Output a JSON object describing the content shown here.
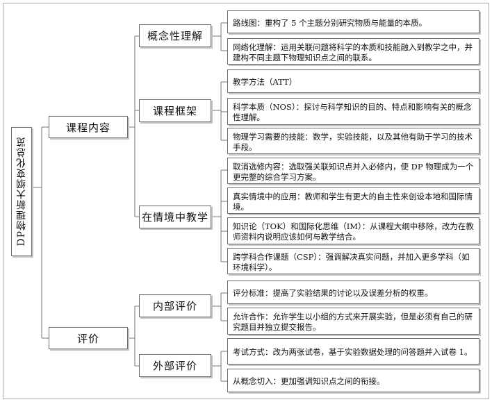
{
  "root": "DP物理新大纲变化总览",
  "level1": {
    "curriculum": "课程内容",
    "assessment": "评价"
  },
  "level2": {
    "concept": "概念性理解",
    "framework": "课程框架",
    "context": "在情境中教学",
    "internal": "内部评价",
    "external": "外部评价"
  },
  "leaves": {
    "roadmap": "路线图：重构了 5 个主题分别研究物质与能量的本质。",
    "network": "网络化理解：运用关联问题将科学的本质和技能融入到教学之中，并建构不同主题下物理知识点之间的联系。",
    "att": "教学方法（ATT）",
    "nos": "科学本质（NOS）：探讨与科学知识的目的、特点和影响有关的概念性理解。",
    "skills": "物理学习需要的技能：数学，实验技能，以及其他有助于学习的技术手段。",
    "elective": "取消选修内容：选取强关联知识点并入必修内，使 DP 物理成为一个更完整的综合学习方案。",
    "realworld": "真实情境中的应用：教师和学生有更大的自主性来创设本地和国际情境。",
    "tok": "知识论（TOK）和国际化思维（IM）：从课程大纲中移除，改为在教师资料内说明应该如何与教学结合。",
    "csp": "跨学科合作课题（CSP）：强调解决真实问题，并加入更多学科（如环境科学）。",
    "criteria": "评分标准：提高了实验结果的讨论以及误差分析的权重。",
    "collab": "允许合作：允许学生以小组的方式来开展实验，但是必须有自己的研究题目并独立提交报告。",
    "exam": "考试方式：改为两张试卷，基于实验数据处理的问答题并入试卷 1。",
    "entry": "从概念切入：更加强调知识点之间的衔接。"
  }
}
